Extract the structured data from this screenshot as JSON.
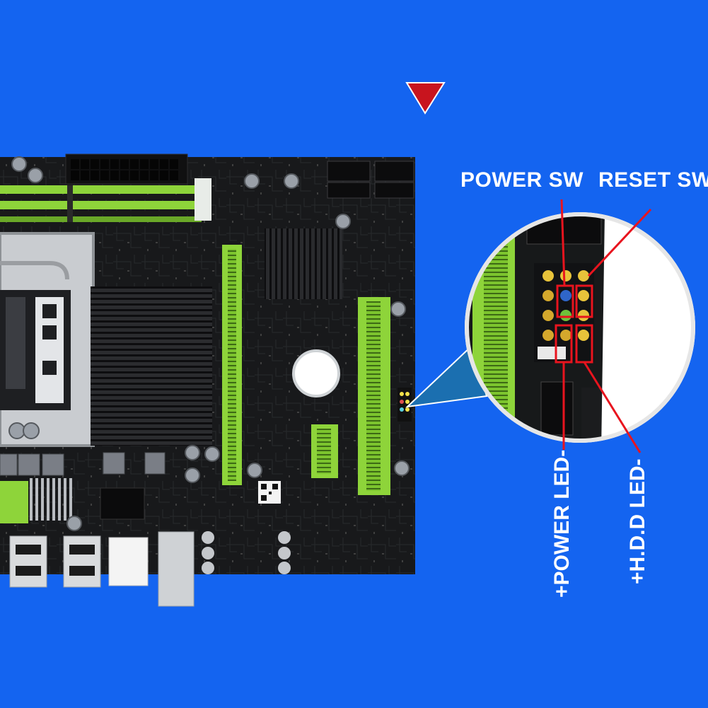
{
  "image": {
    "background_color": "#1464f0",
    "subject": "Motherboard close-up with front panel header pin callout",
    "marker_icon": "triangle-down-icon",
    "marker_color": "#c8141e"
  },
  "callout_labels": {
    "power_sw": "POWER SW",
    "reset_sw": "RESET SW",
    "power_led": "+POWER LED-",
    "hdd_led": "+H.D.D LED-"
  },
  "colors": {
    "pcb": "#17191a",
    "slot_green": "#8ed43a",
    "callout_line": "#e8141e",
    "text": "#ffffff"
  }
}
